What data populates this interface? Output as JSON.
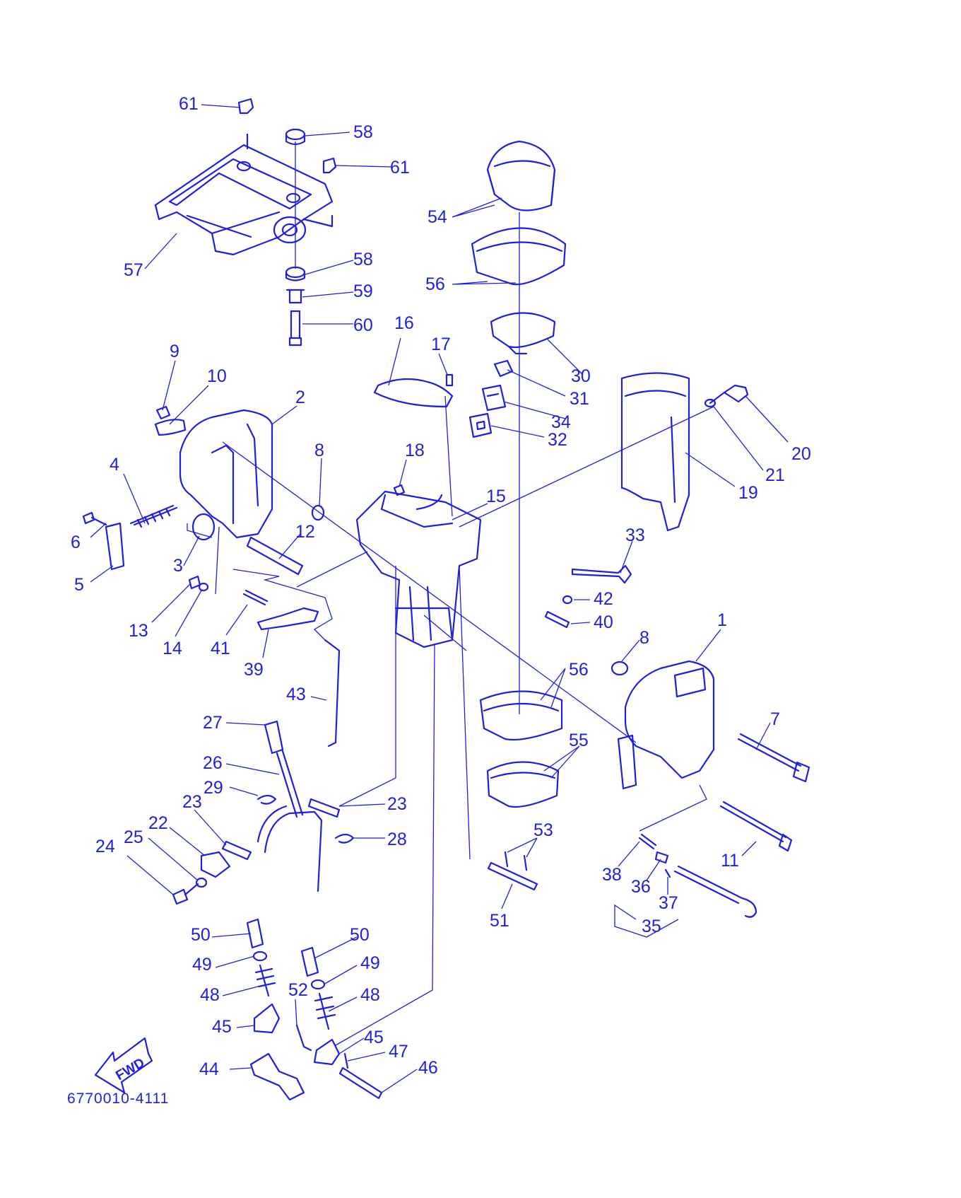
{
  "diagram": {
    "code": "6770010-4111",
    "fwd_label": "FWD",
    "colors": {
      "ink": "#1f1fe0",
      "background": "#ffffff"
    },
    "labels": [
      "61",
      "58",
      "61",
      "54",
      "57",
      "58",
      "56",
      "59",
      "60",
      "16",
      "17",
      "30",
      "9",
      "10",
      "2",
      "31",
      "34",
      "20",
      "32",
      "21",
      "19",
      "4",
      "8",
      "18",
      "15",
      "6",
      "12",
      "5",
      "3",
      "33",
      "13",
      "14",
      "42",
      "41",
      "40",
      "39",
      "8",
      "1",
      "56",
      "43",
      "27",
      "7",
      "55",
      "26",
      "29",
      "23",
      "23",
      "28",
      "22",
      "25",
      "24",
      "53",
      "11",
      "38",
      "36",
      "51",
      "37",
      "35",
      "50",
      "50",
      "49",
      "49",
      "48",
      "52",
      "48",
      "45",
      "45",
      "47",
      "44",
      "46"
    ]
  }
}
